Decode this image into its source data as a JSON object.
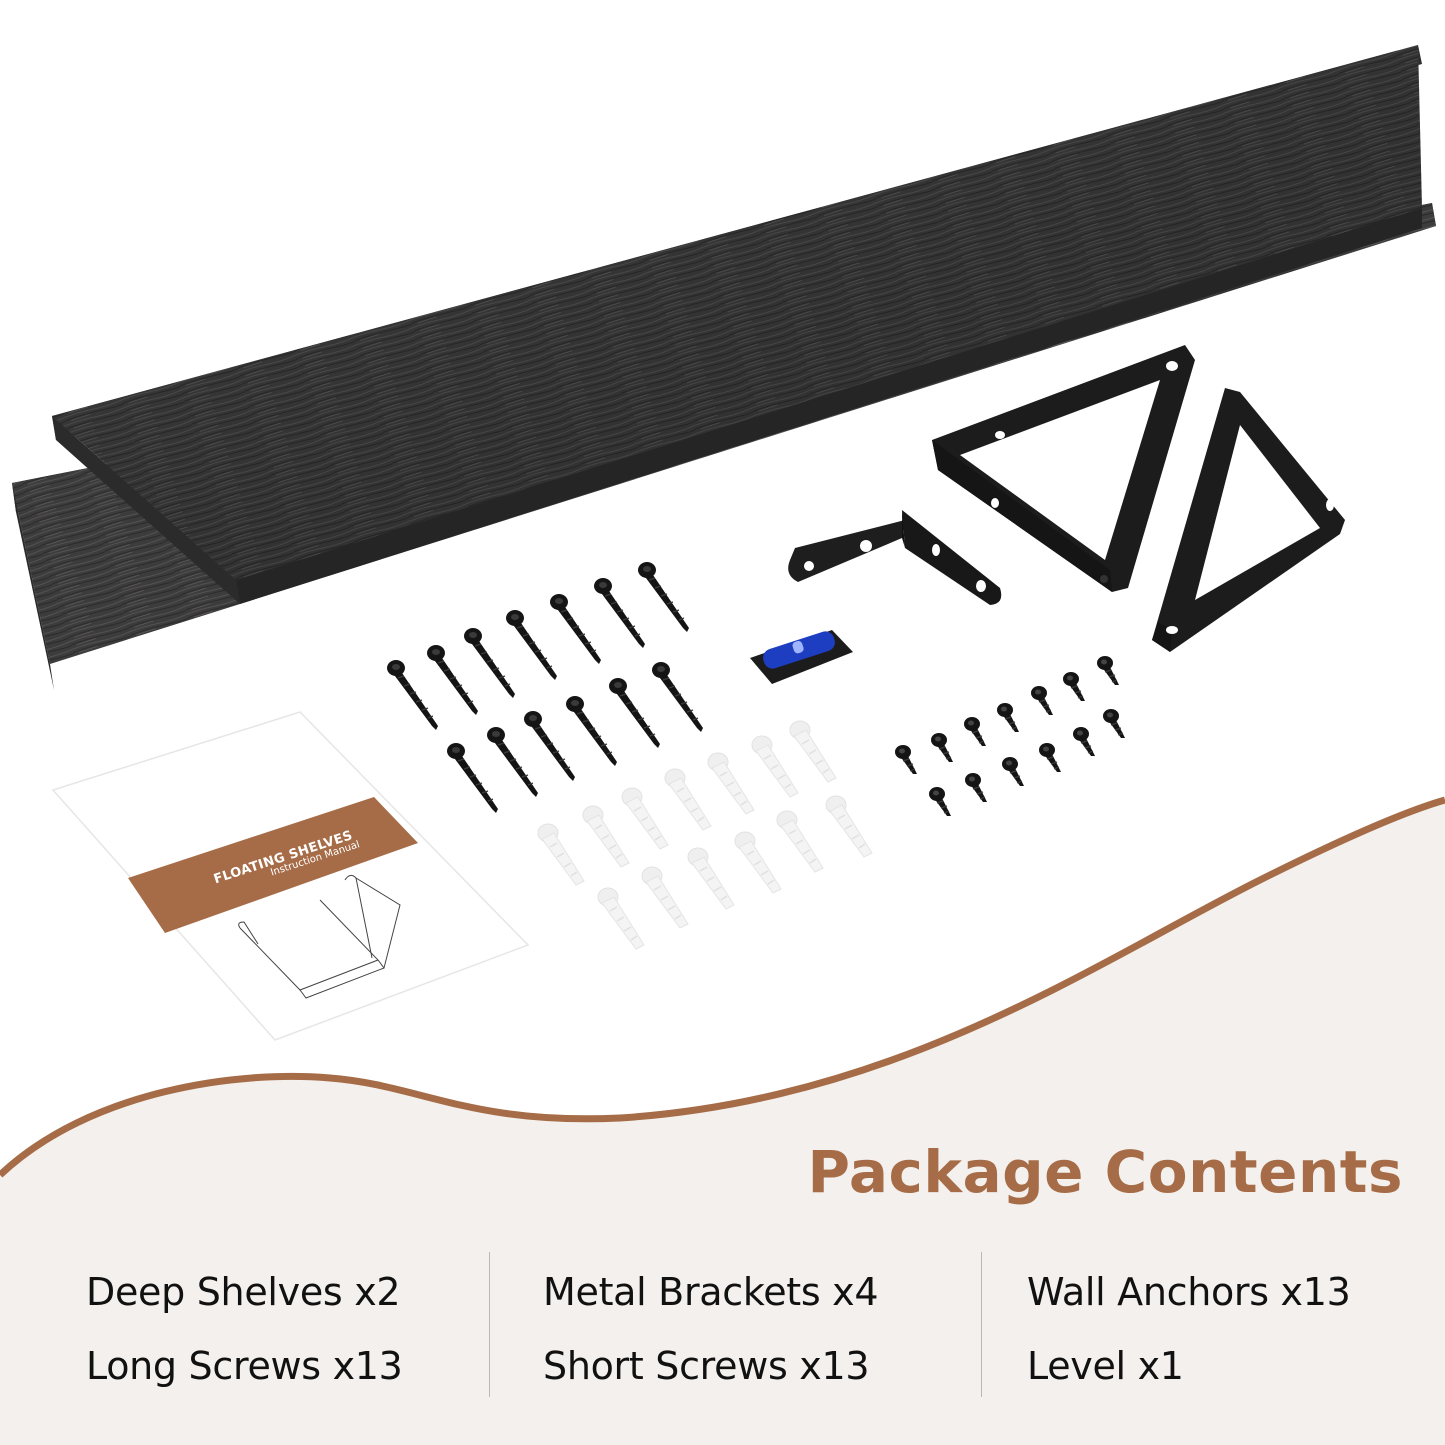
{
  "colors": {
    "accent": "#a66c47",
    "bottom_panel": "#f3f0ed",
    "shelf_wood": "#3b3a3a",
    "bracket_metal": "#1c1c1c",
    "level_bubble": "#1e3fbf",
    "anchor_plastic": "#f2f2f2",
    "text": "#111111"
  },
  "product_items": {
    "shelves": {
      "label": "deep-shelf",
      "count": 2
    },
    "brackets": {
      "label": "metal-bracket",
      "count": 4
    },
    "long_screws": {
      "label": "long-screw",
      "count": 13
    },
    "short_screws": {
      "label": "short-screw",
      "count": 13
    },
    "anchors": {
      "label": "wall-anchor",
      "count": 13
    },
    "level": {
      "label": "bubble-level",
      "count": 1
    }
  },
  "manual": {
    "title": "FLOATING SHELVES",
    "subtitle": "Instruction Manual"
  },
  "package": {
    "title": "Package Contents",
    "columns": [
      {
        "items": [
          "Deep Shelves x2",
          "Long Screws x13"
        ]
      },
      {
        "items": [
          "Metal Brackets x4",
          "Short Screws x13"
        ]
      },
      {
        "items": [
          "Wall Anchors x13",
          "Level x1"
        ]
      }
    ]
  }
}
